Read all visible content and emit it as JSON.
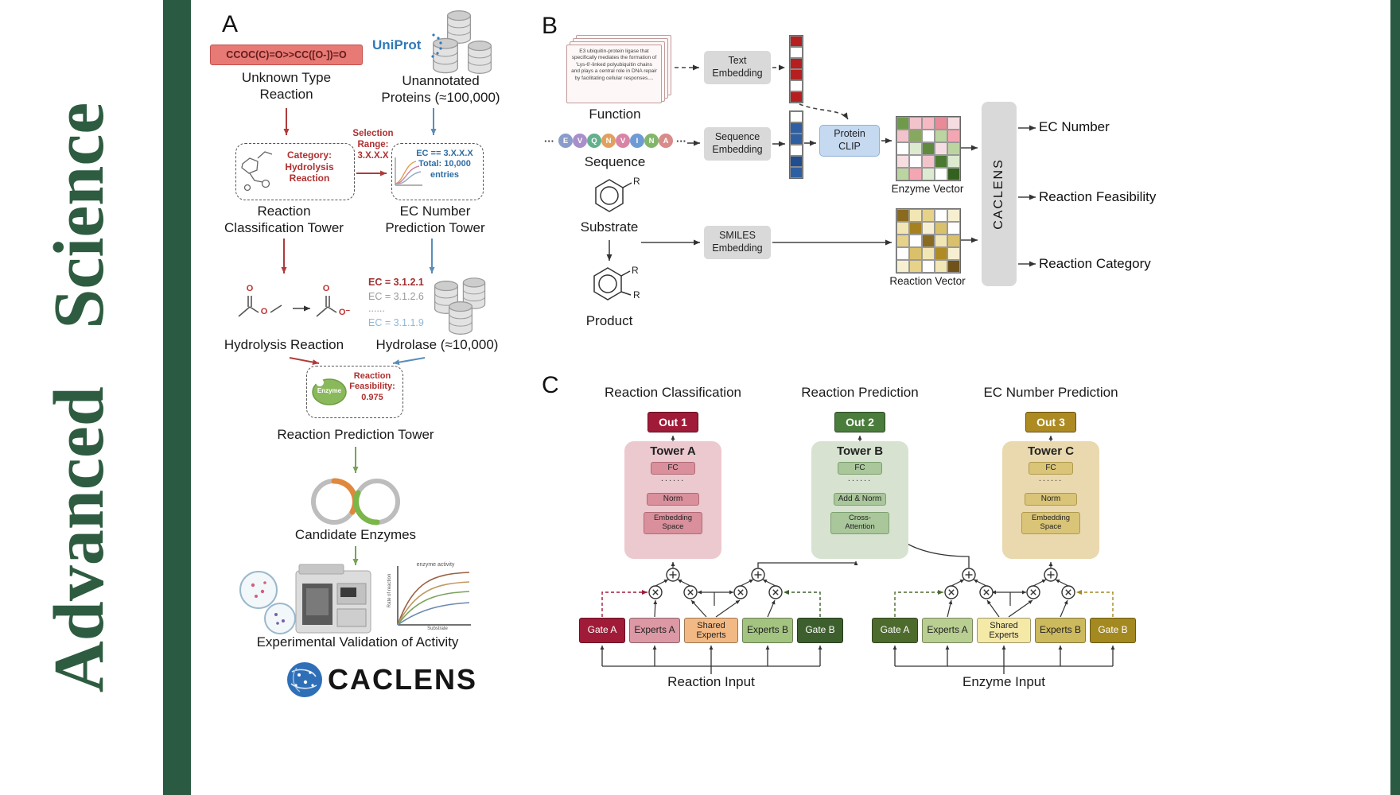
{
  "banner": {
    "journal": "Advanced Science"
  },
  "colors": {
    "banner_green": "#2e5c40",
    "stripe_green": "#2a5a41",
    "arrow_red": "#b03a3a",
    "arrow_blue": "#5b8db8",
    "arrow_green": "#78a355"
  },
  "panelA": {
    "label": "A",
    "smiles": "CCOC(C)=O>>CC([O-])=O",
    "unknown_reaction": "Unknown Type\nReaction",
    "uniprot_logo": "UniProt",
    "unannotated_proteins": "Unannotated\nProteins (≈100,000)",
    "category_box": "Category:\nHydrolysis\nReaction",
    "selection_range": "Selection\nRange:\n3.X.X.X",
    "ec_filter_box": "EC == 3.X.X.X\nTotal: 10,000\nentries",
    "reaction_classification_tower": "Reaction\nClassification Tower",
    "ec_number_prediction_tower": "EC Number\nPrediction Tower",
    "atom_labels": {
      "ester_o_double": "O",
      "ester_o_single": "O",
      "acid_o_double": "O",
      "acid_o_minus": "O⁻"
    },
    "ec_list": [
      {
        "text": "EC = 3.1.2.1",
        "color": "#a13030"
      },
      {
        "text": "EC = 3.1.2.6",
        "color": "#9a9a9a"
      },
      {
        "text": "......",
        "color": "#9a9a9a"
      },
      {
        "text": "EC = 3.1.1.9",
        "color": "#8fb7d8"
      }
    ],
    "hydrolysis_reaction": "Hydrolysis Reaction",
    "hydrolase": "Hydrolase (≈10,000)",
    "enzyme_blob": "Enzyme",
    "feasibility_box": "Reaction\nFeasibility:\n0.975",
    "reaction_prediction_tower": "Reaction Prediction Tower",
    "candidate_enzymes": "Candidate Enzymes",
    "activity_plot": {
      "title": "enzyme activity",
      "ylabel": "Rate of reaction",
      "xlabel": "Substrate"
    },
    "experimental_validation": "Experimental Validation of Activity",
    "caclens_wordmark": "CACLENS"
  },
  "panelB": {
    "label": "B",
    "function_card_text": "E3 ubiquitin-protein ligase that specifically mediates the formation of 'Lys-6'-linked polyubiquitin chains and plays a central role in DNA repair by facilitating cellular responses....",
    "function_label": "Function",
    "text_embedding": "Text\nEmbedding",
    "sequence_dots_left": "···",
    "sequence_dots_right": "···",
    "sequence_letters": [
      {
        "ch": "E",
        "color": "#8a9cc9"
      },
      {
        "ch": "V",
        "color": "#a98fc9"
      },
      {
        "ch": "Q",
        "color": "#63b08e"
      },
      {
        "ch": "N",
        "color": "#e2a05e"
      },
      {
        "ch": "V",
        "color": "#d984a5"
      },
      {
        "ch": "I",
        "color": "#6f9bd4"
      },
      {
        "ch": "N",
        "color": "#84b56d"
      },
      {
        "ch": "A",
        "color": "#d98a8a"
      }
    ],
    "sequence_label": "Sequence",
    "sequence_embedding": "Sequence\nEmbedding",
    "protein_clip": "Protein\nCLIP",
    "text_vector_cells": [
      "#b51f1f",
      "#ffffff",
      "#b51f1f",
      "#b51f1f",
      "#ffffff",
      "#b51f1f"
    ],
    "sequence_vector_cells": [
      "#ffffff",
      "#2e5fa3",
      "#2e5fa3",
      "#ffffff",
      "#1f4d8f",
      "#2e5fa3"
    ],
    "enzyme_vector_label": "Enzyme Vector",
    "enzyme_vector_cells": [
      [
        "#6f9a4a",
        "#f2c3cb",
        "#f6b8c2",
        "#e88a98",
        "#f6dde1"
      ],
      [
        "#f2c3cb",
        "#87a85f",
        "#ffffff",
        "#bcd4a0",
        "#f4a6b2"
      ],
      [
        "#ffffff",
        "#dcead0",
        "#5f8a3e",
        "#f6dde1",
        "#bcd4a0"
      ],
      [
        "#f6dde1",
        "#ffffff",
        "#f2c3cb",
        "#4a7a30",
        "#dcead0"
      ],
      [
        "#bcd4a0",
        "#f4a6b2",
        "#dcead0",
        "#ffffff",
        "#35611f"
      ]
    ],
    "substrate_label": "Substrate",
    "substrate_r": "R",
    "product_label": "Product",
    "product_r1": "R",
    "product_r2": "R",
    "smiles_embedding": "SMILES\nEmbedding",
    "reaction_vector_label": "Reaction Vector",
    "reaction_vector_cells": [
      [
        "#8a6a1e",
        "#f2e6b4",
        "#e6d288",
        "#ffffff",
        "#f7efd2"
      ],
      [
        "#f2e6b4",
        "#a5821f",
        "#f7efd2",
        "#d9c06a",
        "#ffffff"
      ],
      [
        "#e6d288",
        "#ffffff",
        "#8a6a1e",
        "#f2e6b4",
        "#d9c06a"
      ],
      [
        "#ffffff",
        "#d9c06a",
        "#f2e6b4",
        "#b08a24",
        "#f7efd2"
      ],
      [
        "#f7efd2",
        "#e6d288",
        "#ffffff",
        "#f2e6b4",
        "#6f531a"
      ]
    ],
    "caclens_box": "CACLENS",
    "outputs": [
      "EC Number",
      "Reaction Feasibility",
      "Reaction Category"
    ]
  },
  "panelC": {
    "label": "C",
    "columns": [
      {
        "title": "Reaction Classification",
        "out_label": "Out 1",
        "out_color": "#a01b38",
        "tower_label": "Tower A",
        "tower_bg": "#ecc9cf",
        "block_bg": "#d9909c",
        "block_border": "#b06a76",
        "fc": "FC",
        "dots": "......",
        "mid": "Norm",
        "bottom": "Embedding\nSpace"
      },
      {
        "title": "Reaction Prediction",
        "out_label": "Out 2",
        "out_color": "#4a7c3b",
        "tower_label": "Tower B",
        "tower_bg": "#d7e3d0",
        "block_bg": "#a9c79b",
        "block_border": "#7da06e",
        "fc": "FC",
        "dots": "......",
        "mid": "Add & Norm",
        "bottom": "Cross-\nAttention"
      },
      {
        "title": "EC Number Prediction",
        "out_label": "Out 3",
        "out_color": "#ad8b22",
        "tower_label": "Tower C",
        "tower_bg": "#ead9ae",
        "block_bg": "#d9c478",
        "block_border": "#b09a4e",
        "fc": "FC",
        "dots": "......",
        "mid": "Norm",
        "bottom": "Embedding\nSpace"
      }
    ],
    "moe_blocks": [
      {
        "input_label": "Reaction Input",
        "boxes": [
          {
            "label": "Gate A",
            "bg": "#a01b38",
            "fg": "#ffffff"
          },
          {
            "label": "Experts A",
            "bg": "#dc98a4",
            "fg": "#222222"
          },
          {
            "label": "Shared\nExperts",
            "bg": "#f2b984",
            "fg": "#222222"
          },
          {
            "label": "Experts B",
            "bg": "#a3c380",
            "fg": "#222222"
          },
          {
            "label": "Gate B",
            "bg": "#3d5f2d",
            "fg": "#ffffff"
          }
        ]
      },
      {
        "input_label": "Enzyme Input",
        "boxes": [
          {
            "label": "Gate A",
            "bg": "#4e6b2e",
            "fg": "#ffffff"
          },
          {
            "label": "Experts A",
            "bg": "#b9cf92",
            "fg": "#222222"
          },
          {
            "label": "Shared\nExperts",
            "bg": "#f5e9a8",
            "fg": "#222222"
          },
          {
            "label": "Experts B",
            "bg": "#cdb95e",
            "fg": "#222222"
          },
          {
            "label": "Gate B",
            "bg": "#a38920",
            "fg": "#ffffff"
          }
        ]
      }
    ]
  }
}
